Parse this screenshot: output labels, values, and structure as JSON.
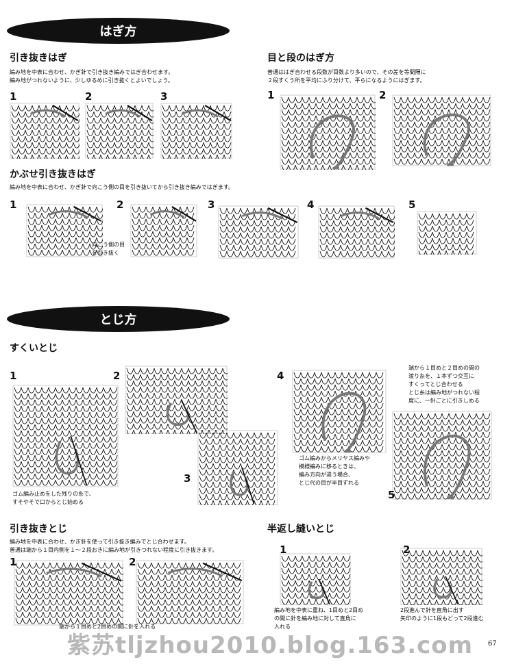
{
  "sections": {
    "hagi": {
      "title": "はぎ方"
    },
    "toji": {
      "title": "とじ方"
    }
  },
  "hikinuki_hagi": {
    "heading": "引き抜きはぎ",
    "text": "編み地を中表に合わせ、かぎ針で引き抜き編みではぎ合わせます。\n編み地がつれないように、少しゆるめに引き抜くとよいでしょう。",
    "steps": [
      "1",
      "2",
      "3"
    ]
  },
  "me_to_dan": {
    "heading": "目と段のはぎ方",
    "text": "普通ははぎ合わせる段数が目数より多いので、その差を等間隔に\n２段すくう所を平均にふり分けて、平らになるようにはぎます。",
    "steps": [
      "1",
      "2"
    ]
  },
  "kabuse": {
    "heading": "かぶせ引き抜きはぎ",
    "text": "編み地を中表に合わせ、かぎ針で向こう側の目を引き抜いてから引き抜き編みではぎます。",
    "steps": [
      "1",
      "2",
      "3",
      "4",
      "5"
    ],
    "caption": "向こう側の目\nを引き抜く"
  },
  "sukui": {
    "heading": "すくいとじ",
    "steps": [
      "1",
      "2",
      "3",
      "4",
      "5"
    ],
    "caption1": "ゴム編み止めをした残りの糸で、\nすそやそで口からとじ始める",
    "caption4": "ゴム編みからメリヤス編みや\n模様編みに移るときは、\n編み方向が違う場合、\nとじ代の目が半目ずれる",
    "caption5": "端から１目めと２目めの間の\n渡り糸を、１本ずつ交互に\nすくってとじ合わせる\nとじ糸は編み地がつれない程\n度に、一針ごとに引きしめる"
  },
  "hikinuki_toji": {
    "heading": "引き抜きとじ",
    "text": "編み地を中表に合わせ、かぎ針を使って引き抜き編みでとじ合わせます。\n普通は端から１目内側を１〜２段おきに編み地が引きつれない程度に引き抜きます。",
    "steps": [
      "1",
      "2"
    ],
    "caption": "端から１目めと2目めの間に針を入れる"
  },
  "hangaeshi": {
    "heading": "半返し縫いとじ",
    "steps": [
      "1",
      "2"
    ],
    "caption1": "編み地を中表に重ね、1目めと2目め\nの間に針を編み地に対して直角に\n入れる",
    "caption2": "2段進んで針を直角に出す\n矢印のように1段もどって2段進む"
  },
  "footer": {
    "watermark": "紫苏tljzhou2010.blog.163.com",
    "page_number": "67"
  },
  "colors": {
    "ink": "#111111",
    "yarn": "#777777",
    "watermark": "#b8b8b8"
  }
}
